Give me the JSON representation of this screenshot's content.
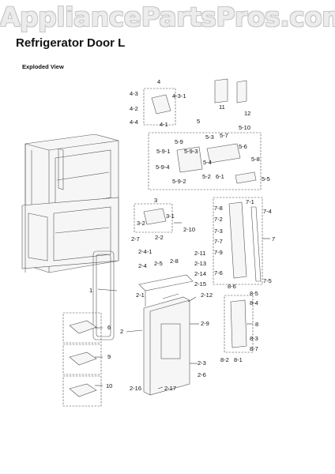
{
  "watermark": "AppliancePartsPros.com",
  "title": "Refrigerator Door L",
  "subtitle": "Exploded View",
  "callouts": [
    "4",
    "4-3",
    "4-3-1",
    "4-2",
    "4-4",
    "4-1",
    "11",
    "12",
    "5",
    "5-10",
    "5-3",
    "5-7",
    "5-9",
    "5-6",
    "5-9-1",
    "5-9-3",
    "5-4",
    "5-8",
    "5-9-4",
    "5-2",
    "6-1",
    "5-9-2",
    "5-5",
    "3",
    "3-1",
    "3-2",
    "2-7",
    "2-2",
    "2-10",
    "2-4-1",
    "2-11",
    "2-5",
    "2-13",
    "2-4",
    "2-8",
    "2-14",
    "2-15",
    "2-12",
    "2-1",
    "1",
    "2",
    "2-9",
    "6",
    "9",
    "10",
    "2-3",
    "2-6",
    "2-16",
    "2-17",
    "7-1",
    "7-8",
    "7-4",
    "7-2",
    "7-3",
    "7-7",
    "7",
    "7-9",
    "7-6",
    "7-5",
    "8-6",
    "8-5",
    "8-4",
    "8",
    "8-3",
    "8-7",
    "8-2",
    "8-1"
  ]
}
